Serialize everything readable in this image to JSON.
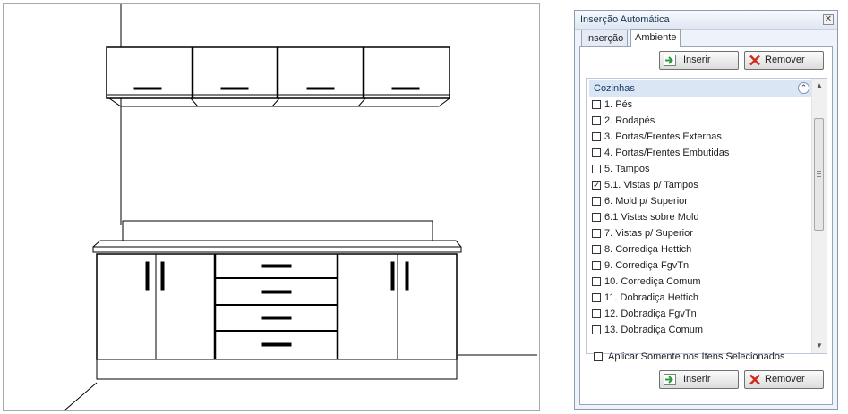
{
  "panel": {
    "title": "Inserção Automática",
    "close_label": "✕",
    "tabs": [
      {
        "label": "Inserção",
        "active": false
      },
      {
        "label": "Ambiente",
        "active": true
      }
    ],
    "insert_label": "Inserir",
    "remove_label": "Remover",
    "group": {
      "title": "Cozinhas",
      "collapse_glyph": "⌃"
    },
    "items": [
      {
        "label": "1. Pés",
        "checked": false
      },
      {
        "label": "2. Rodapés",
        "checked": false
      },
      {
        "label": "3. Portas/Frentes Externas",
        "checked": false
      },
      {
        "label": "4. Portas/Frentes Embutidas",
        "checked": false
      },
      {
        "label": "5. Tampos",
        "checked": false
      },
      {
        "label": "5.1. Vistas p/ Tampos",
        "checked": true
      },
      {
        "label": "6. Mold p/ Superior",
        "checked": false
      },
      {
        "label": "6.1 Vistas sobre Mold",
        "checked": false
      },
      {
        "label": "7. Vistas p/ Superior",
        "checked": false
      },
      {
        "label": "8. Corrediça Hettich",
        "checked": false
      },
      {
        "label": "9. Corrediça FgvTn",
        "checked": false
      },
      {
        "label": "10. Corrediça Comum",
        "checked": false
      },
      {
        "label": "11. Dobradiça Hettich",
        "checked": false
      },
      {
        "label": "12. Dobradiça FgvTn",
        "checked": false
      },
      {
        "label": "13. Dobradiça Comum",
        "checked": false
      }
    ],
    "apply_selected_label": "Aplicar Somente nos Itens Selecionados",
    "apply_selected_checked": false
  },
  "colors": {
    "panel_bg": "#eef3fa",
    "group_header": "#dbe6f4",
    "remove_icon": "#d32a1e",
    "insert_icon": "#2f9a3c"
  }
}
